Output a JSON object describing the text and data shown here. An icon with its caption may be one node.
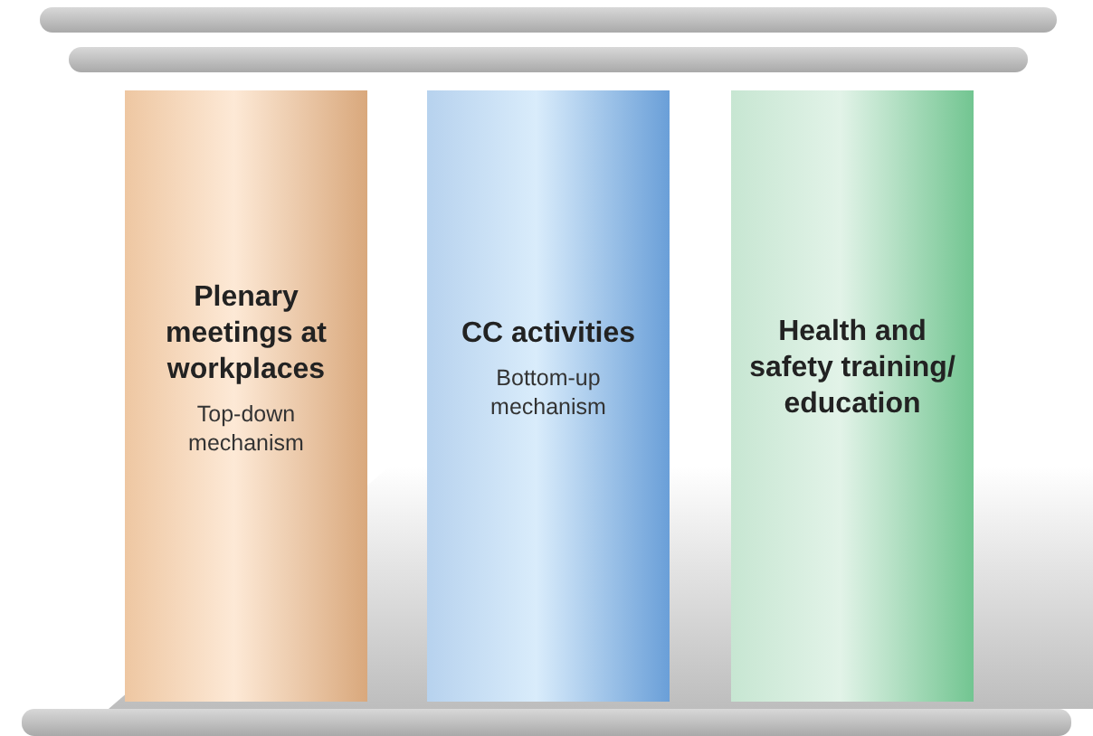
{
  "diagram": {
    "nodes": [
      {
        "text": [],
        "shape": "bar"
      },
      {
        "text": [],
        "shape": "bar"
      },
      {
        "text": [
          "Plenary meetings at workplaces",
          "Top-down mechanism"
        ]
      },
      {
        "text": [
          "CC activities",
          "Bottom-up mechanism"
        ]
      },
      {
        "text": [
          "Health and safety training/ education"
        ]
      },
      {
        "text": [],
        "shape": "bar"
      }
    ]
  }
}
